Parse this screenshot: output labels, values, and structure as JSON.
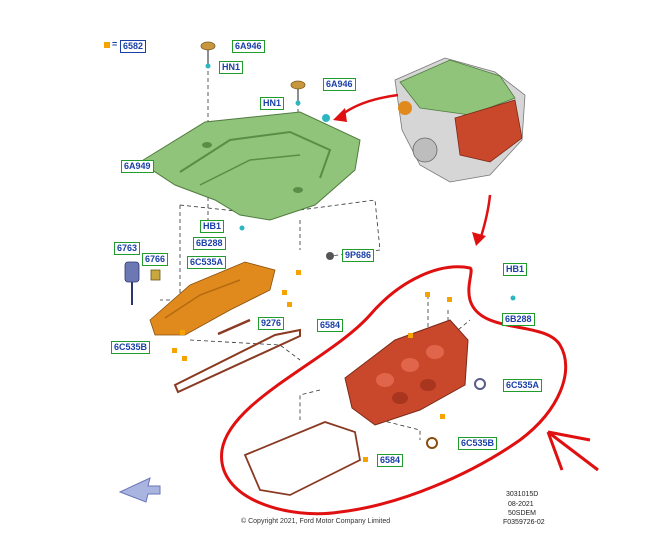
{
  "legend": {
    "symbol_ref": "6582"
  },
  "callouts": {
    "a6A946_top": "6A946",
    "hn1_top": "HN1",
    "a6A946_mid": "6A946",
    "hn1_mid": "HN1",
    "a6A949": "6A949",
    "hb1_left": "HB1",
    "a6B288_left": "6B288",
    "a6763": "6763",
    "a6766": "6766",
    "a6C535A_left": "6C535A",
    "a9P686": "9P686",
    "a9276": "9276",
    "a6584_left": "6584",
    "a6C535B_left": "6C535B",
    "hb1_right": "HB1",
    "a6B288_right": "6B288",
    "a6C535A_right": "6C535A",
    "a6C535B_right": "6C535B",
    "a6584_right": "6584"
  },
  "footer": {
    "copyright": "© Copyright 2021, Ford Motor Company Limited",
    "code1": "3031015D",
    "code2": "08-2021",
    "code3": "50SDEM",
    "code4": "F0359726-02"
  },
  "colors": {
    "cover_green": "#8fc47a",
    "valve_cover_orange": "#e08a1e",
    "head_red": "#c9472b",
    "annotation_red": "#e01010",
    "label_border": "#1f9c2a",
    "label_text": "#1a3fa8",
    "fastener_yellow": "#f5a300"
  }
}
